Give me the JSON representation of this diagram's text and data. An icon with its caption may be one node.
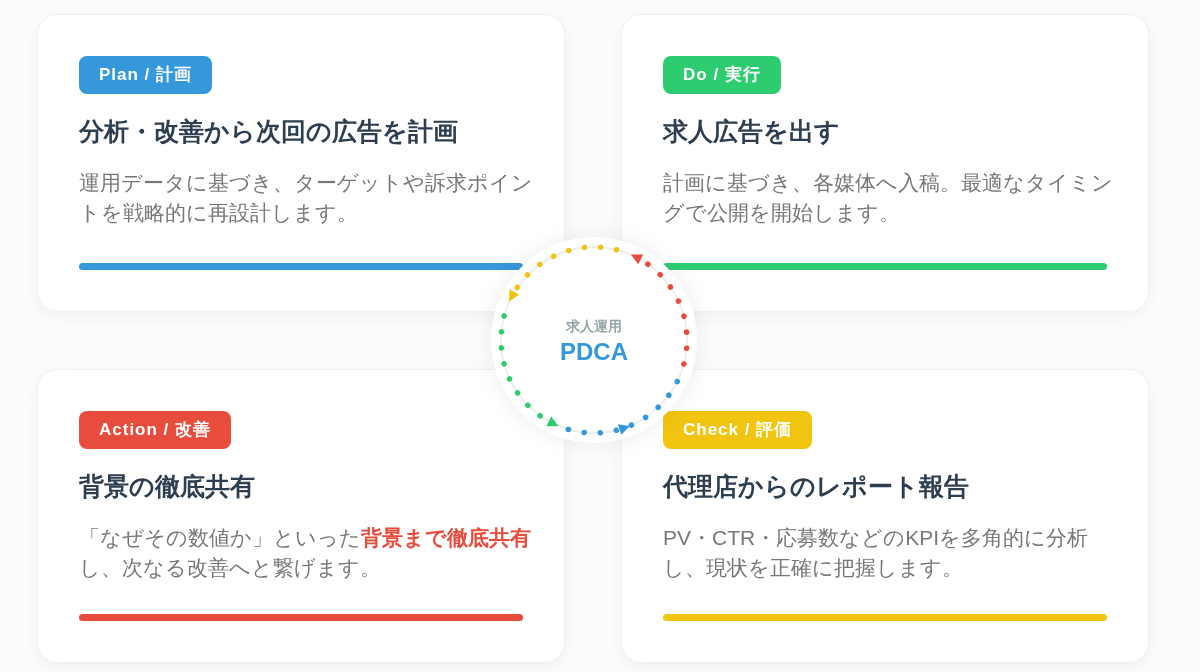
{
  "diagram": {
    "nodes": [
      {
        "text": [
          "分析・改善から次回の広告を計画",
          "運用データに基づき、ターゲットや訴求ポイントを戦略的に再設計します。"
        ]
      },
      {
        "text": [
          "Plan / 計画"
        ],
        "in": 0
      },
      {
        "text": [
          "求人広告を出す",
          "計画に基づき、各媒体へ入稿。最適なタイミングで公開を開始します。"
        ]
      },
      {
        "text": [
          "Do / 実行"
        ],
        "in": 2
      },
      {
        "text": [
          "求人運用",
          "PDCA"
        ]
      },
      {
        "text": [
          "背景の徹底共有",
          "「なぜその数値か」といった**背景まで徹底共有**し、次なる改善へと繋げます。"
        ]
      },
      {
        "text": [
          "Action / 改善"
        ],
        "in": 5
      },
      {
        "text": [
          "代理店からのレポート報告",
          "PV・CTR・応募数などのKPIを多角的に分析し、現状を正確に把握します。"
        ]
      },
      {
        "text": [
          "Check / 評価"
        ],
        "in": 7
      }
    ]
  }
}
